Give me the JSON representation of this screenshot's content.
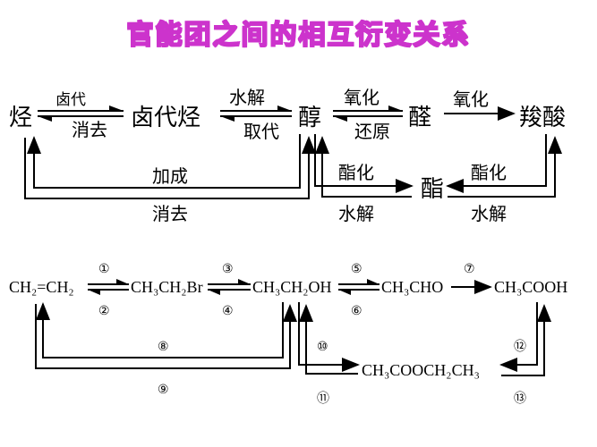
{
  "title": "官能团之间的相互衍变关系",
  "top_diagram": {
    "nodes": {
      "alkene": "烃",
      "haloalkane": "卤代烃",
      "alcohol": "醇",
      "aldehyde": "醛",
      "acid": "羧酸",
      "ester": "酯"
    },
    "labels": {
      "halogenation": "卤代",
      "elimination_1": "消去",
      "hydrolysis_1": "水解",
      "substitution": "取代",
      "oxidation_1": "氧化",
      "reduction": "还原",
      "oxidation_2": "氧化",
      "addition": "加成",
      "elimination_2": "消去",
      "esterification_1": "酯化",
      "hydrolysis_2": "水解",
      "esterification_2": "酯化",
      "hydrolysis_3": "水解"
    }
  },
  "bottom_diagram": {
    "compounds": {
      "ethene": "CH₂=CH₂",
      "bromoethane": "CH₃CH₂Br",
      "ethanol": "CH₃CH₂OH",
      "ethanal": "CH₃CHO",
      "ethanoic_acid": "CH₃COOH",
      "ethyl_acetate": "CH₃COOCH₂CH₃"
    },
    "step_numbers": [
      "①",
      "②",
      "③",
      "④",
      "⑤",
      "⑥",
      "⑦",
      "⑧",
      "⑨",
      "⑩",
      "⑪",
      "⑫",
      "⑬"
    ]
  }
}
